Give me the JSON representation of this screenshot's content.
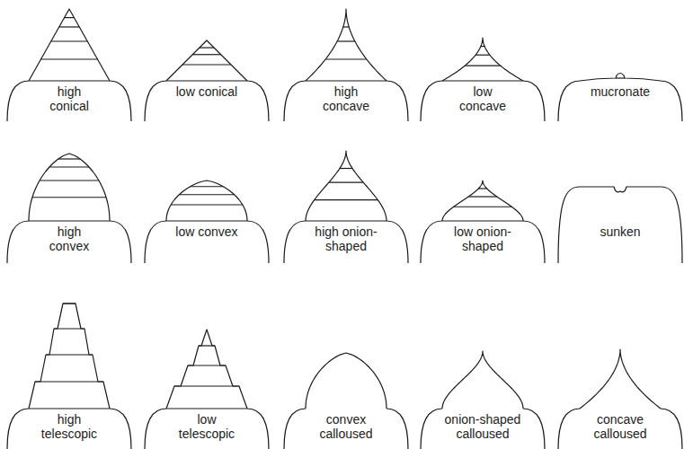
{
  "diagram": {
    "nodes": [
      {
        "text": [
          "high conical"
        ]
      },
      {
        "text": [
          "low conical"
        ]
      },
      {
        "text": [
          "high concave"
        ]
      },
      {
        "text": [
          "low concave"
        ]
      },
      {
        "text": [
          "mucronate"
        ]
      },
      {
        "text": [
          "high convex"
        ]
      },
      {
        "text": [
          "low convex"
        ]
      },
      {
        "text": [
          "high onion-shaped"
        ]
      },
      {
        "text": [
          "low onion-shaped"
        ]
      },
      {
        "text": [
          "sunken"
        ]
      },
      {
        "text": [
          "high telescopic"
        ]
      },
      {
        "text": [
          "low telescopic"
        ]
      },
      {
        "text": [
          "convex calloused"
        ]
      },
      {
        "text": [
          "onion-shaped calloused"
        ]
      },
      {
        "text": [
          "concave calloused"
        ]
      }
    ]
  }
}
